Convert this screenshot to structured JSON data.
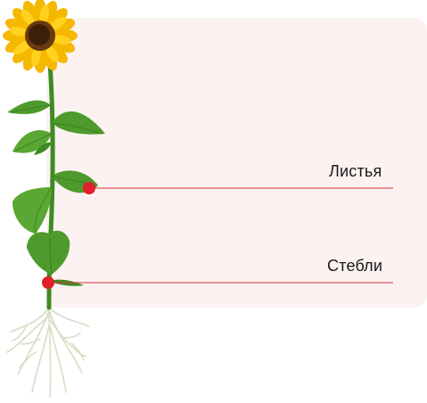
{
  "labels": [
    {
      "id": "leaves",
      "text": "Листья"
    },
    {
      "id": "stems",
      "text": "Стебли"
    }
  ],
  "colors": {
    "panel": "#fbf2f1",
    "marker": "#e0202a",
    "leader": "#d8333a",
    "leaf": "#4e9a2c",
    "leaf_dark": "#2f6e19",
    "petal": "#f5b800",
    "disk": "#4a2a0e",
    "root": "#d9dcc4"
  }
}
